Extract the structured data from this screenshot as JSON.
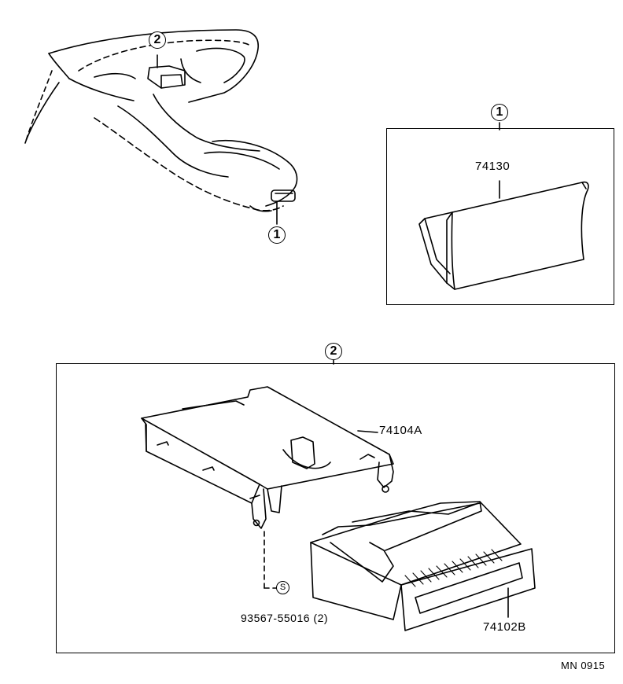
{
  "callouts": {
    "one": "1",
    "two": "2",
    "s": "S"
  },
  "overview": {
    "callout_top": "2",
    "callout_bottom": "1"
  },
  "panel1": {
    "callout": "1",
    "part": "74130"
  },
  "panel2": {
    "callout": "2",
    "bracket_part": "74104A",
    "drawer_part": "74102B",
    "screw_symbol": "S",
    "screw_part": "93567-55016 (2)"
  },
  "footer": {
    "code": "MN 0915"
  }
}
